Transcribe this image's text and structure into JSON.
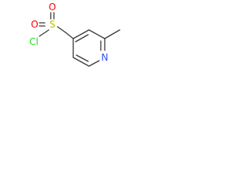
{
  "molecule": {
    "atoms": {
      "sulfur": {
        "label": "S",
        "color": "#bfbf00"
      },
      "oxygen_top": {
        "label": "O",
        "color": "#ff0000"
      },
      "oxygen_left": {
        "label": "O",
        "color": "#ff0000"
      },
      "chlorine": {
        "label": "Cl",
        "color": "#1fe01f"
      },
      "nitrogen": {
        "label": "N",
        "color": "#3050f8"
      }
    },
    "bond_color": "#3a3a3a"
  }
}
